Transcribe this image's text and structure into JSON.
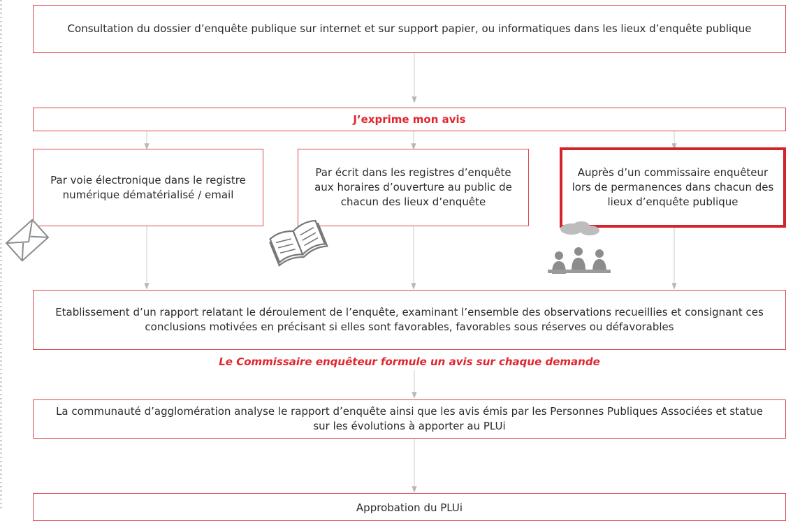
{
  "steps": {
    "consultation": "Consultation du dossier d’enquête publique sur internet et sur support papier, ou informatiques dans les lieux d’enquête publique",
    "avis": "J’exprime mon avis",
    "option_electronique": "Par voie électronique dans le registre numérique dématérialisé / email",
    "option_ecrit": "Par écrit dans les registres d’enquête aux horaires d’ouverture au public de chacun des lieux d’enquête",
    "option_commissaire": "Auprès d’un commissaire enquêteur lors de permanences dans chacun des lieux d’enquête publique",
    "rapport": "Etablissement d’un rapport relatant le déroulement de l’enquête, examinant l’ensemble des observations recueillies et consignant ces conclusions motivées en précisant si elles sont favorables, favorables sous réserves ou défavorables",
    "commissaire_avis": "Le Commissaire enquêteur formule un avis sur chaque demande",
    "analyse": "La communauté d’agglomération analyse le rapport d’enquête ainsi que les avis émis par les Personnes Publiques Associées et statue sur les évolutions à apporter au PLUi",
    "approbation": "Approbation du PLUi"
  },
  "icons": {
    "email": "envelope-icon",
    "registre": "open-book-icon",
    "commissaire": "meeting-people-icon"
  },
  "colors": {
    "accent": "#e0262e",
    "border": "#d94a4f",
    "connector": "#c8c8c8"
  }
}
